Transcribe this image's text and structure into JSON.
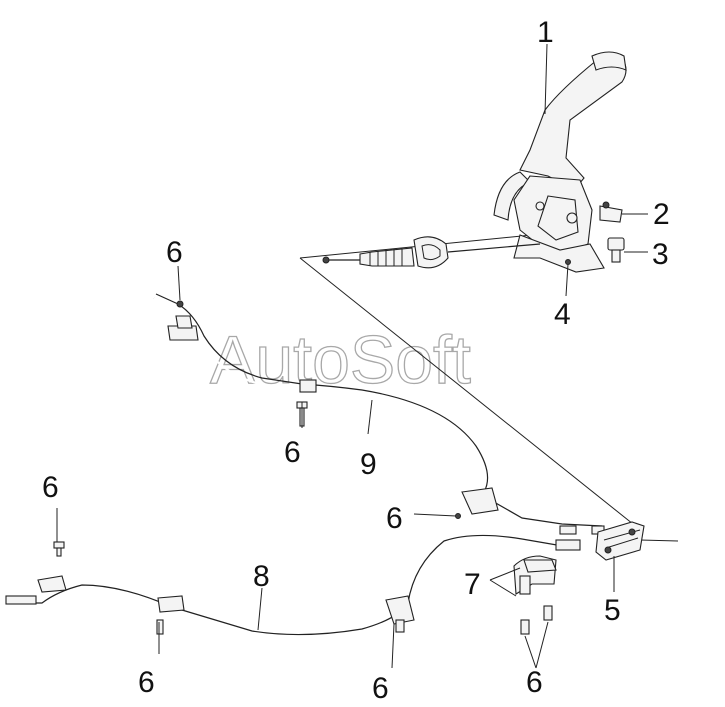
{
  "watermark": "AutoSoft",
  "callouts": [
    {
      "id": "c1",
      "label": "1"
    },
    {
      "id": "c2",
      "label": "2"
    },
    {
      "id": "c3",
      "label": "3"
    },
    {
      "id": "c4",
      "label": "4"
    },
    {
      "id": "c5",
      "label": "5"
    },
    {
      "id": "c6a",
      "label": "6"
    },
    {
      "id": "c6b",
      "label": "6"
    },
    {
      "id": "c6c",
      "label": "6"
    },
    {
      "id": "c6d",
      "label": "6"
    },
    {
      "id": "c6e",
      "label": "6"
    },
    {
      "id": "c6f",
      "label": "6"
    },
    {
      "id": "c6g",
      "label": "6"
    },
    {
      "id": "c7",
      "label": "7"
    },
    {
      "id": "c8",
      "label": "8"
    },
    {
      "id": "c9",
      "label": "9"
    }
  ]
}
